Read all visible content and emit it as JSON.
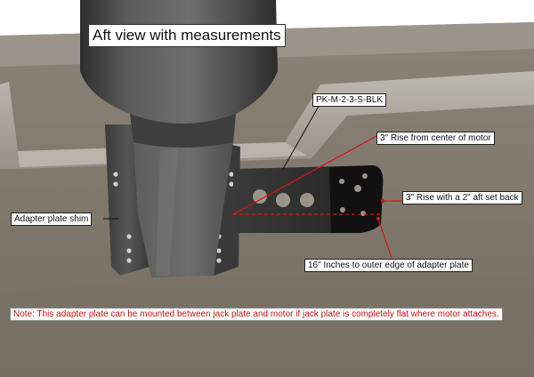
{
  "title": "Aft view with measurements",
  "labels": {
    "part_number": "PK-M-2-3-S-BLK",
    "rise_center": "3\" Rise from center of motor",
    "rise_aft": "3\" Rise with a 2\" aft set back",
    "shim": "Adapter plate shim",
    "outer_edge": "16\" Inches to outer edge of adapter plate"
  },
  "note": "Note: This adapter plate can be mounted between jack plate and motor if jack plate is completely flat where motor attaches.",
  "colors": {
    "hull_background": "#7d7468",
    "hull_rim": "#a59e96",
    "motor_dark": "#4a4a4a",
    "plate_black": "#151515",
    "guide_red": "#dd1111",
    "note_text": "#cc1111"
  }
}
